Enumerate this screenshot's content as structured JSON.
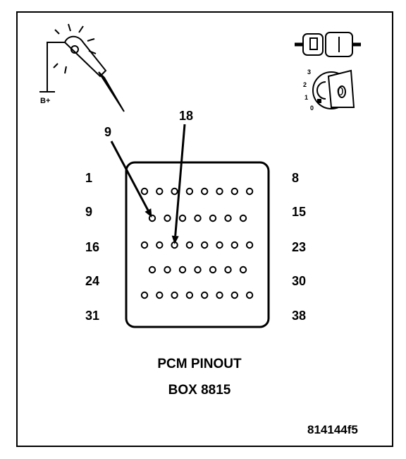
{
  "test_light": {
    "supply_label": "B+"
  },
  "ignition": {
    "positions": [
      "3",
      "2",
      "1",
      "0"
    ],
    "key_label": "0"
  },
  "connector": {
    "callouts": [
      {
        "label": "9",
        "target_pin": 9
      },
      {
        "label": "18",
        "target_pin": 18
      }
    ],
    "rows": [
      {
        "left": "1",
        "right": "8",
        "count": 8
      },
      {
        "left": "9",
        "right": "15",
        "count": 7
      },
      {
        "left": "16",
        "right": "23",
        "count": 8
      },
      {
        "left": "24",
        "right": "30",
        "count": 7
      },
      {
        "left": "31",
        "right": "38",
        "count": 8
      }
    ]
  },
  "caption": {
    "line1": "PCM PINOUT",
    "line2": "BOX 8815"
  },
  "figure_code": "814144f5"
}
